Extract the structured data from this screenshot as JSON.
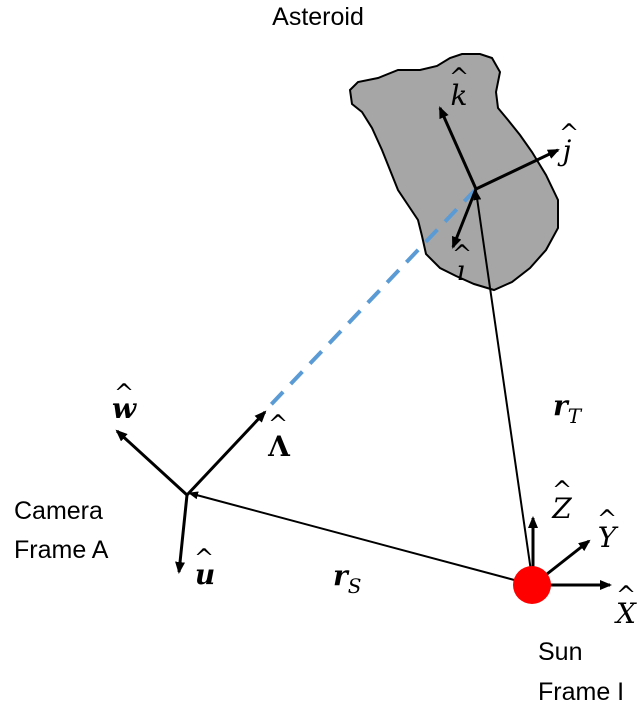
{
  "labels": {
    "asteroid": "Asteroid",
    "camera_line1": "Camera",
    "camera_line2": "Frame A",
    "sun_line1": "Sun",
    "sun_line2": "Frame I"
  },
  "asteroid_axes": {
    "k": "k",
    "j": "j",
    "i": "ı"
  },
  "camera_axes": {
    "w": "w",
    "u": "u",
    "lambda": "Λ"
  },
  "sun_axes": {
    "Z": "Z",
    "Y": "Y",
    "X": "X"
  },
  "vectors": {
    "r_T": {
      "main": "r",
      "sub": "T"
    },
    "r_S": {
      "main": "r",
      "sub": "S"
    }
  },
  "hat_glyph": "^",
  "colors": {
    "asteroid_fill": "#a6a6a6",
    "sun_fill": "#ff0000",
    "line_of_sight": "#5b9bd5",
    "ink": "#000000"
  },
  "icons": {
    "asteroid": "asteroid-shape",
    "sun": "sun-dot"
  }
}
